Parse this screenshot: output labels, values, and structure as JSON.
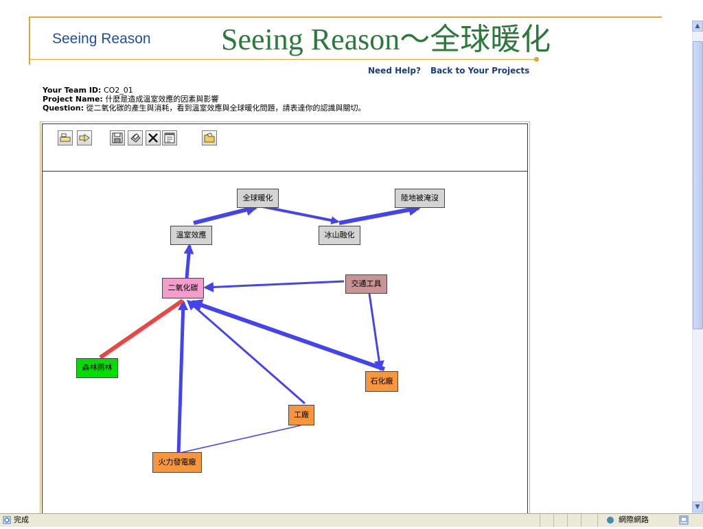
{
  "header": {
    "logo_text": "Seeing Reason",
    "title": "Seeing Reason～全球暖化",
    "help_link": "Need Help?",
    "back_link": "Back to Your Projects"
  },
  "project": {
    "team_label": "Your Team ID:",
    "team_value": "CO2_01",
    "name_label": "Project Name:",
    "name_value": "什麼是造成溫室效應的因素與影響",
    "question_label": "Question:",
    "question_value": "從二氧化碳的產生與消耗，看到溫室效應與全球暖化問題，請表達你的認識與關切。"
  },
  "toolbar": {
    "icons": [
      "add-factor-icon",
      "add-arrow-icon",
      "save-icon",
      "print-icon",
      "delete-icon",
      "properties-icon",
      "open-folder-icon"
    ]
  },
  "map": {
    "nodes": {
      "global_warming": "全球暖化",
      "land_flooded": "陸地被淹沒",
      "greenhouse": "溫室效應",
      "ice_melt": "冰山融化",
      "co2": "二氧化碳",
      "transport": "交通工具",
      "rainforest": "森林雨林",
      "petrochem": "石化廠",
      "factory": "工廠",
      "power_plant": "火力發電廠"
    },
    "colors": {
      "increase_arrow": "#4444ee",
      "decrease_arrow": "#ee4444",
      "node_gray": "#d4d4d4",
      "node_pink": "#f49ccc",
      "node_mauve": "#c89496",
      "node_green": "#00dd00",
      "node_orange": "#f7963d"
    }
  },
  "statusbar": {
    "status_text": "完成",
    "zone_text": "網際網路"
  }
}
